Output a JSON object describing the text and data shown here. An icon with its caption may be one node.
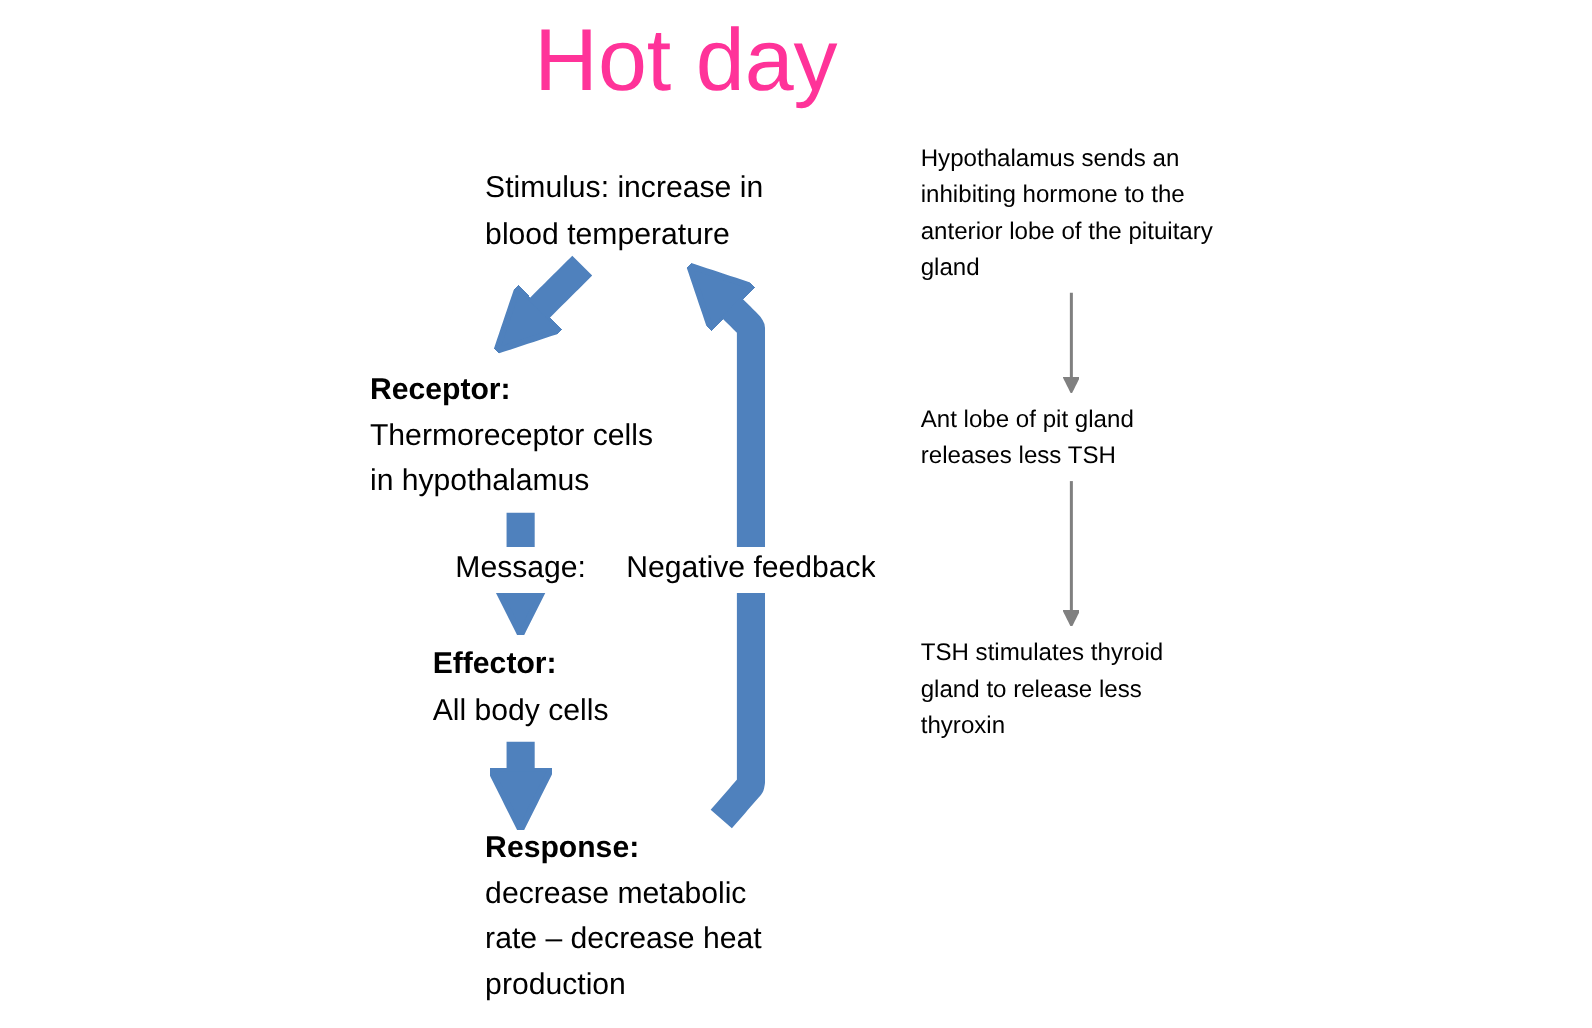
{
  "diagram": {
    "title": "Hot day",
    "nodes": [
      {
        "text": [
          "Stimulus: increase in blood temperature"
        ]
      },
      {
        "text": [
          "Receptor:",
          "Thermoreceptor cells in hypothalamus"
        ]
      },
      {
        "text": [
          "Effector:",
          "All body cells"
        ]
      },
      {
        "text": [
          "Response:",
          "decrease metabolic rate – decrease heat production"
        ]
      },
      {
        "text": [
          "Hypothalamus sends an inhibiting hormone to the anterior lobe of the pituitary gland"
        ]
      },
      {
        "text": [
          "Ant lobe of pit gland releases less TSH"
        ]
      },
      {
        "text": [
          "TSH stimulates thyroid gland to release less thyroxin"
        ]
      }
    ],
    "edges": [
      {
        "from": 0,
        "to": 1,
        "arrow": "to"
      },
      {
        "from": 1,
        "to": 2,
        "arrow": "to",
        "label": "Message:"
      },
      {
        "from": 2,
        "to": 3,
        "arrow": "to"
      },
      {
        "from": 3,
        "to": 0,
        "arrow": "to",
        "label": "Negative feedback"
      },
      {
        "from": 4,
        "to": 5,
        "arrow": "to",
        "color": "#808080"
      },
      {
        "from": 5,
        "to": 6,
        "arrow": "to",
        "color": "#808080"
      }
    ]
  }
}
